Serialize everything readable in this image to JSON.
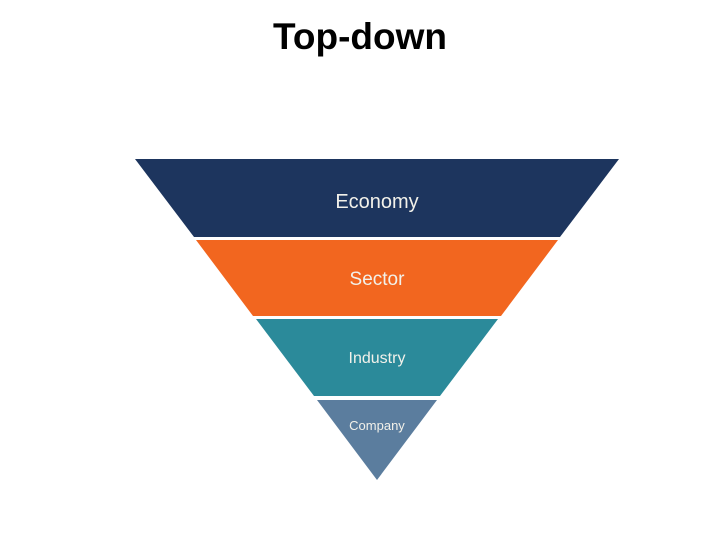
{
  "slide": {
    "title": "Top-down",
    "title_color": "#000000",
    "background_color": "#ffffff"
  },
  "funnel": {
    "type": "inverted-funnel",
    "orientation": "top-down",
    "label_color": "#f2f1ea",
    "layers": [
      {
        "label": "Economy",
        "color": "#1d355e"
      },
      {
        "label": "Sector",
        "color": "#f2661f"
      },
      {
        "label": "Industry",
        "color": "#2b8a9a"
      },
      {
        "label": "Company",
        "color": "#5b7d9e"
      }
    ]
  }
}
